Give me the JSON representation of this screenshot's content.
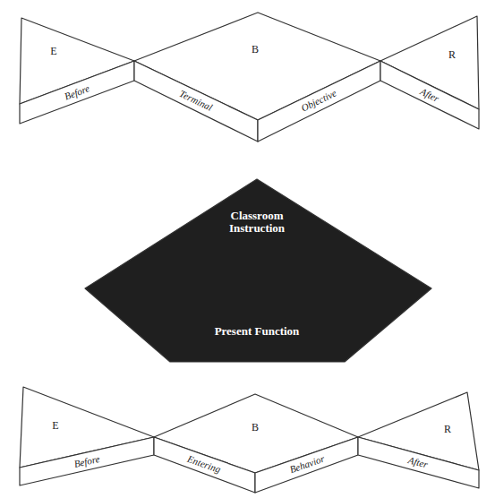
{
  "diagram": {
    "nodes": [
      {
        "text": [
          "E",
          "Before"
        ]
      },
      {
        "text": [
          "B",
          "Terminal",
          "Objective"
        ]
      },
      {
        "text": [
          "R",
          "After"
        ]
      },
      {
        "text": [
          "Classroom Instruction",
          "Present Function"
        ]
      },
      {
        "text": [
          "E",
          "Before"
        ]
      },
      {
        "text": [
          "B",
          "Entering",
          "Behavior"
        ]
      },
      {
        "text": [
          "R",
          "After"
        ]
      }
    ]
  }
}
